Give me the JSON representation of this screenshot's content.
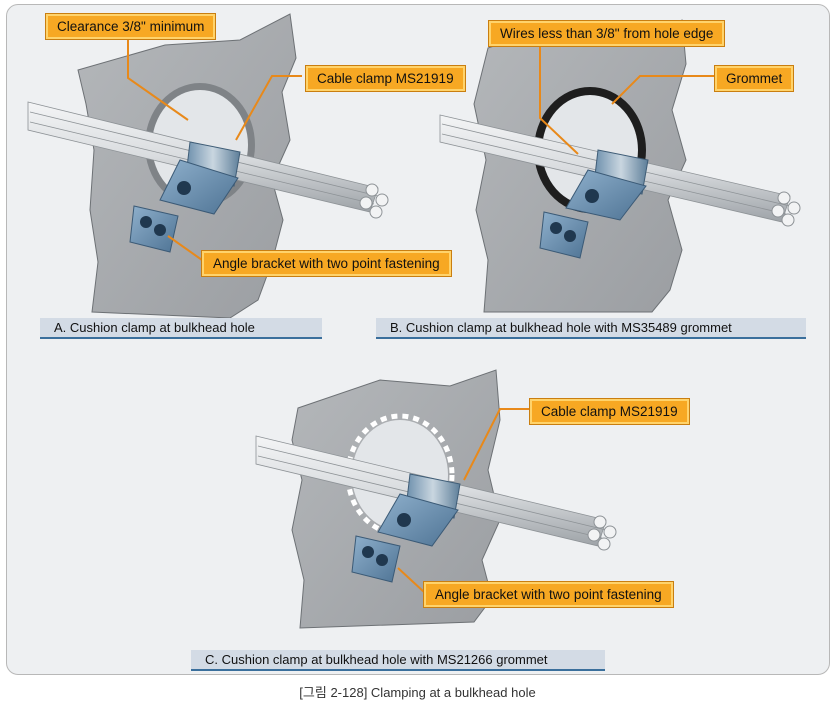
{
  "figure": {
    "caption": "[그림 2-128] Clamping at a bulkhead hole"
  },
  "panels": [
    {
      "label": "A. Cushion clamp at bulkhead hole",
      "callouts": [
        "Clearance 3/8\" minimum",
        "Cable clamp MS21919",
        "Angle bracket with two point fastening"
      ]
    },
    {
      "label": "B. Cushion clamp at bulkhead hole with MS35489 grommet",
      "callouts": [
        "Wires less than 3/8\" from hole edge",
        "Grommet"
      ]
    },
    {
      "label": "C. Cushion clamp at bulkhead hole with MS21266 grommet",
      "callouts": [
        "Cable clamp MS21919",
        "Angle bracket with two point fastening"
      ]
    }
  ],
  "colors": {
    "callout_fill": "#f7a823",
    "panel_label_fill": "#d3dbe5",
    "panel_label_underline": "#3a6f9c",
    "bulkhead": "#a9acaf"
  }
}
